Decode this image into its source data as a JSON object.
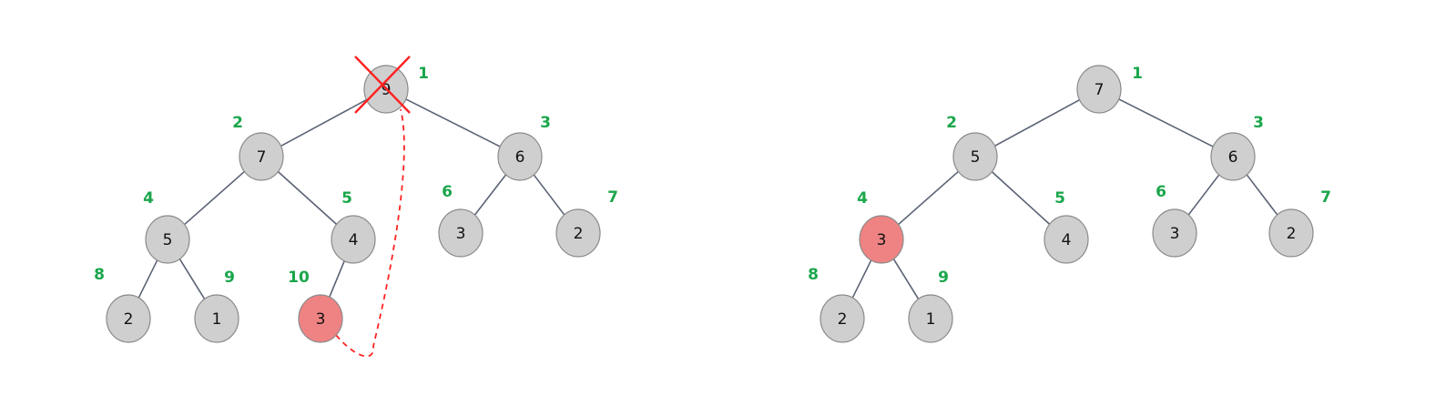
{
  "colors": {
    "node_fill": "#cfcfcf",
    "highlight_fill": "#ef8383",
    "index_color": "#1aa64b",
    "removal_color": "#ff2222"
  },
  "trees": [
    {
      "name": "before-delete",
      "removed_node": "n1",
      "moved_node": "n10",
      "nodes": [
        {
          "id": "n1",
          "value": "9",
          "index": "1",
          "highlight": false
        },
        {
          "id": "n2",
          "value": "7",
          "index": "2",
          "highlight": false
        },
        {
          "id": "n3",
          "value": "6",
          "index": "3",
          "highlight": false
        },
        {
          "id": "n4",
          "value": "5",
          "index": "4",
          "highlight": false
        },
        {
          "id": "n5",
          "value": "4",
          "index": "5",
          "highlight": false
        },
        {
          "id": "n6",
          "value": "3",
          "index": "6",
          "highlight": false
        },
        {
          "id": "n7",
          "value": "2",
          "index": "7",
          "highlight": false
        },
        {
          "id": "n8",
          "value": "2",
          "index": "8",
          "highlight": false
        },
        {
          "id": "n9",
          "value": "1",
          "index": "9",
          "highlight": false
        },
        {
          "id": "n10",
          "value": "3",
          "index": "10",
          "highlight": true
        }
      ],
      "edges": [
        [
          "n1",
          "n2"
        ],
        [
          "n1",
          "n3"
        ],
        [
          "n2",
          "n4"
        ],
        [
          "n2",
          "n5"
        ],
        [
          "n3",
          "n6"
        ],
        [
          "n3",
          "n7"
        ],
        [
          "n4",
          "n8"
        ],
        [
          "n4",
          "n9"
        ],
        [
          "n5",
          "n10"
        ]
      ]
    },
    {
      "name": "after-heapify",
      "nodes": [
        {
          "id": "n1",
          "value": "7",
          "index": "1",
          "highlight": false
        },
        {
          "id": "n2",
          "value": "5",
          "index": "2",
          "highlight": false
        },
        {
          "id": "n3",
          "value": "6",
          "index": "3",
          "highlight": false
        },
        {
          "id": "n4",
          "value": "3",
          "index": "4",
          "highlight": true
        },
        {
          "id": "n5",
          "value": "4",
          "index": "5",
          "highlight": false
        },
        {
          "id": "n6",
          "value": "3",
          "index": "6",
          "highlight": false
        },
        {
          "id": "n7",
          "value": "2",
          "index": "7",
          "highlight": false
        },
        {
          "id": "n8",
          "value": "2",
          "index": "8",
          "highlight": false
        },
        {
          "id": "n9",
          "value": "1",
          "index": "9",
          "highlight": false
        }
      ],
      "edges": [
        [
          "n1",
          "n2"
        ],
        [
          "n1",
          "n3"
        ],
        [
          "n2",
          "n4"
        ],
        [
          "n2",
          "n5"
        ],
        [
          "n3",
          "n6"
        ],
        [
          "n3",
          "n7"
        ],
        [
          "n4",
          "n8"
        ],
        [
          "n4",
          "n9"
        ]
      ]
    }
  ]
}
